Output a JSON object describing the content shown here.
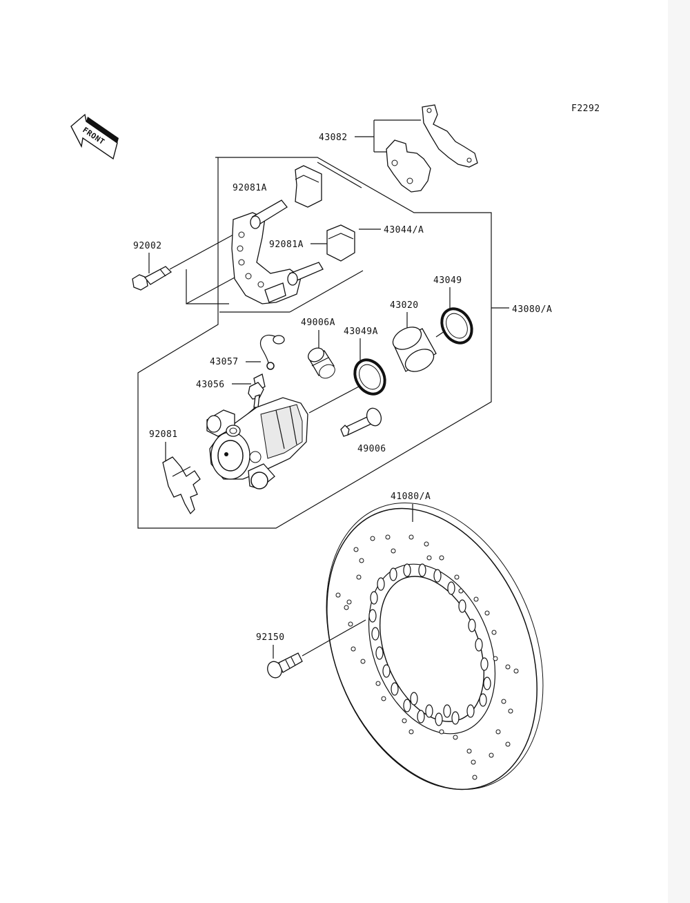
{
  "figure_code": "F2292",
  "front_label": "FRONT",
  "labels": {
    "l43082": "43082",
    "l92081A_top": "92081A",
    "l92081A_mid": "92081A",
    "l43044A": "43044/A",
    "l92002": "92002",
    "l43049": "43049",
    "l43020": "43020",
    "l43080A": "43080/A",
    "l49006A": "49006A",
    "l43049A": "43049A",
    "l43057": "43057",
    "l43056": "43056",
    "l92081": "92081",
    "l49006": "49006",
    "l41080A": "41080/A",
    "l92150": "92150"
  }
}
